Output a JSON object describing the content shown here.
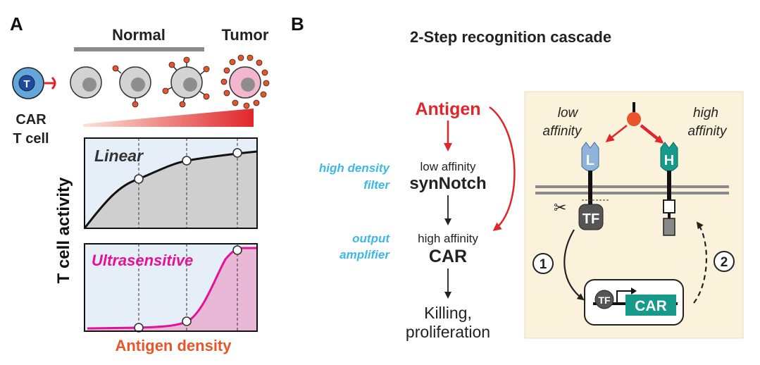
{
  "panel_a": {
    "label": "A",
    "normal_label": "Normal",
    "tumor_label": "Tumor",
    "t_letter": "T",
    "car_tcell_line1": "CAR",
    "car_tcell_line2": "T cell",
    "y_axis_label": "T cell activity",
    "x_axis_label": "Antigen density",
    "linear_label": "Linear",
    "ultra_label": "Ultrasensitive"
  },
  "panel_b": {
    "label": "B",
    "title": "2-Step recognition cascade",
    "antigen": "Antigen",
    "step1_small": "low affinity",
    "step1_big": "synNotch",
    "step2_small": "high affinity",
    "step2_big": "CAR",
    "outcome_line1": "Killing,",
    "outcome_line2": "proliferation",
    "filter_line1": "high density",
    "filter_line2": "filter",
    "amp_line1": "output",
    "amp_line2": "amplifier",
    "low_aff_line1": "low",
    "low_aff_line2": "affinity",
    "high_aff_line1": "high",
    "high_aff_line2": "affinity",
    "L": "L",
    "H": "H",
    "TF": "TF",
    "TF_small": "TF",
    "CAR_gene": "CAR",
    "step_num_1": "1",
    "step_num_2": "2"
  },
  "colors": {
    "red": "#e0262b",
    "orange_red": "#e8552a",
    "cyan": "#3db8e6",
    "magenta": "#e0139a",
    "panel_bg": "#fbf2dc",
    "blue_cell": "#62a7dc",
    "teal": "#159a8c"
  }
}
